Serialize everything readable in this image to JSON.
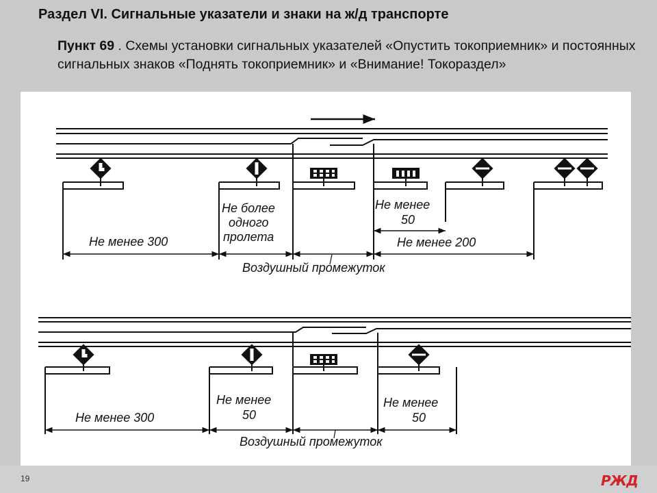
{
  "header": {
    "section_label": "Раздел VI.",
    "section_title": " Сигнальные указатели и знаки на ж/д транспорте",
    "point_label": "Пункт 69",
    "point_text": " . Схемы установки сигнальных указателей «Опустить токоприемник» и постоянных сигнальных знаков «Поднять токоприемник» и «Внимание! Токораздел»"
  },
  "scheme_top": {
    "dist_300": "Не менее 300",
    "span_line1": "Не более",
    "span_line2": "одного",
    "span_line3": "пролета",
    "min50_line1": "Не менее",
    "min50_line2": "50",
    "dist_200": "Не менее 200",
    "air_gap": "Воздушный промежуток"
  },
  "scheme_bottom": {
    "dist_300": "Не менее 300",
    "min50a_line1": "Не менее",
    "min50a_line2": "50",
    "min50b_line1": "Не менее",
    "min50b_line2": "50",
    "air_gap": "Воздушный промежуток"
  },
  "footer": {
    "page_number": "19",
    "logo_text": "РЖД"
  },
  "colors": {
    "background": "#c8c9cb",
    "diagram_bg": "#ffffff",
    "logo": "#d2232a"
  }
}
